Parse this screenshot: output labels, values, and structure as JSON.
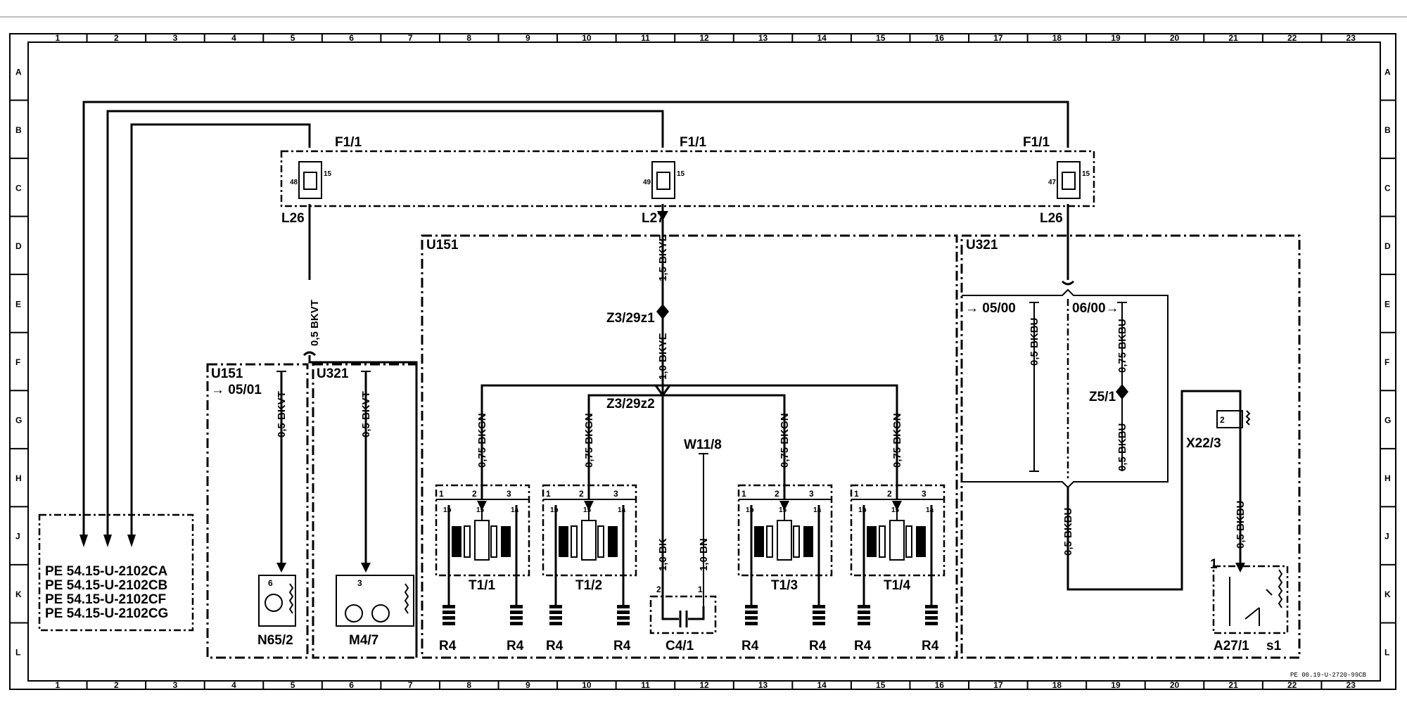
{
  "grid": {
    "columns": [
      "1",
      "2",
      "3",
      "4",
      "5",
      "6",
      "7",
      "8",
      "9",
      "10",
      "11",
      "12",
      "13",
      "14",
      "15",
      "16",
      "17",
      "18",
      "19",
      "20",
      "21",
      "22",
      "23"
    ],
    "rows": [
      "A",
      "B",
      "C",
      "D",
      "E",
      "F",
      "G",
      "H",
      "J",
      "K",
      "L"
    ]
  },
  "refs": [
    "PE 54.15-U-2102CA",
    "PE 54.15-U-2102CB",
    "PE 54.15-U-2102CF",
    "PE 54.15-U-2102CG"
  ],
  "fuse_boxes": {
    "f1": {
      "name": "F1/1",
      "pin_left": "48",
      "pin_right": "15",
      "ground": "L26"
    },
    "f2": {
      "name": "F1/1",
      "pin_left": "49",
      "pin_right": "15",
      "ground": "L27"
    },
    "f3": {
      "name": "F1/1",
      "pin_left": "47",
      "pin_right": "15",
      "ground": "L26"
    }
  },
  "regions": {
    "u151_main": "U151",
    "u321_main": "U321",
    "u151_sub": "U151",
    "u151_sub_ref": "→ 05/01",
    "u321_sub": "U321",
    "u321_ref_a": "→ 05/00",
    "u321_ref_b": "06/00→"
  },
  "wires": {
    "w_bkvt_main": "0,5 BKVT",
    "w_bkvt_a": "0,5 BKVT",
    "w_bkvt_b": "0,5 BKVT",
    "w_bkye_15": "1,5 BKYE",
    "w_bkye_10": "1,0 BKYE",
    "w_bkgn_1": "0,75 BKGN",
    "w_bkgn_2": "0,75 BKGN",
    "w_bkgn_3": "0,75 BKGN",
    "w_bkgn_4": "0,75 BKGN",
    "w_bk": "1,0 BK",
    "w_bn": "1,0 BN",
    "w_bkbu_05a": "0,5 BKBU",
    "w_bkbu_075a": "0,75 BKBU",
    "w_bkbu_05b": "0,5 BKBU",
    "w_bkbu_05c": "0,5 BKBU",
    "w_bkbu_05d": "0,5 BKBU"
  },
  "components": {
    "z3_29z1": "Z3/29z1",
    "z3_29z2": "Z3/29z2",
    "w11_8": "W11/8",
    "z5_1": "Z5/1",
    "x22_3": "X22/3",
    "n65_2": "N65/2",
    "m4_7": "M4/7",
    "t1_1": "T1/1",
    "t1_2": "T1/2",
    "t1_3": "T1/3",
    "t1_4": "T1/4",
    "c4_1": "C4/1",
    "a27_1": "A27/1",
    "a27_1_s": "s1",
    "r4": "R4"
  },
  "pins": {
    "coil": [
      "1",
      "2",
      "3"
    ],
    "coil_inner": [
      "1b",
      "15",
      "1a"
    ],
    "n65_pin": "6",
    "m4_pin": "3",
    "c4_pins": [
      "2",
      "1"
    ],
    "x22_pin": "2",
    "a27_pin": "1"
  },
  "footer": "PE 00.19-U-2720-99CB"
}
